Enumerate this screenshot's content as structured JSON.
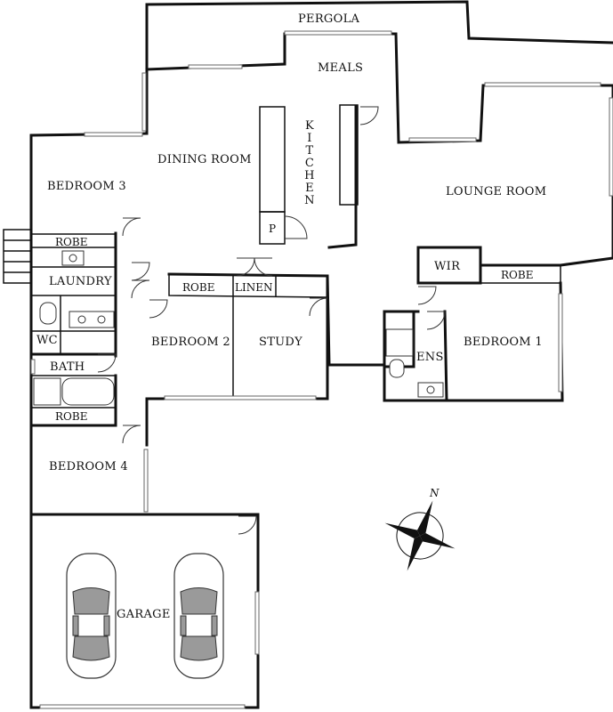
{
  "rooms": {
    "pergola": "PERGOLA",
    "meals": "MEALS",
    "kitchen": "KITCHEN",
    "dining_room": "DINING ROOM",
    "lounge_room": "LOUNGE ROOM",
    "bedroom_3": "BEDROOM 3",
    "robe_bed3": "ROBE",
    "laundry": "LAUNDRY",
    "wc": "WC",
    "bath": "BATH",
    "robe_bed4": "ROBE",
    "bedroom_4": "BEDROOM 4",
    "robe_bed2": "ROBE",
    "linen": "LINEN",
    "bedroom_2": "BEDROOM 2",
    "study": "STUDY",
    "pantry": "P",
    "wir": "WIR",
    "robe_bed1": "ROBE",
    "ens": "ENS",
    "bedroom_1": "BEDROOM 1",
    "garage": "GARAGE"
  },
  "compass": {
    "north_label": "N"
  },
  "colors": {
    "wall": "#111111",
    "window": "#666666",
    "car_glass": "#9a9a9a"
  }
}
